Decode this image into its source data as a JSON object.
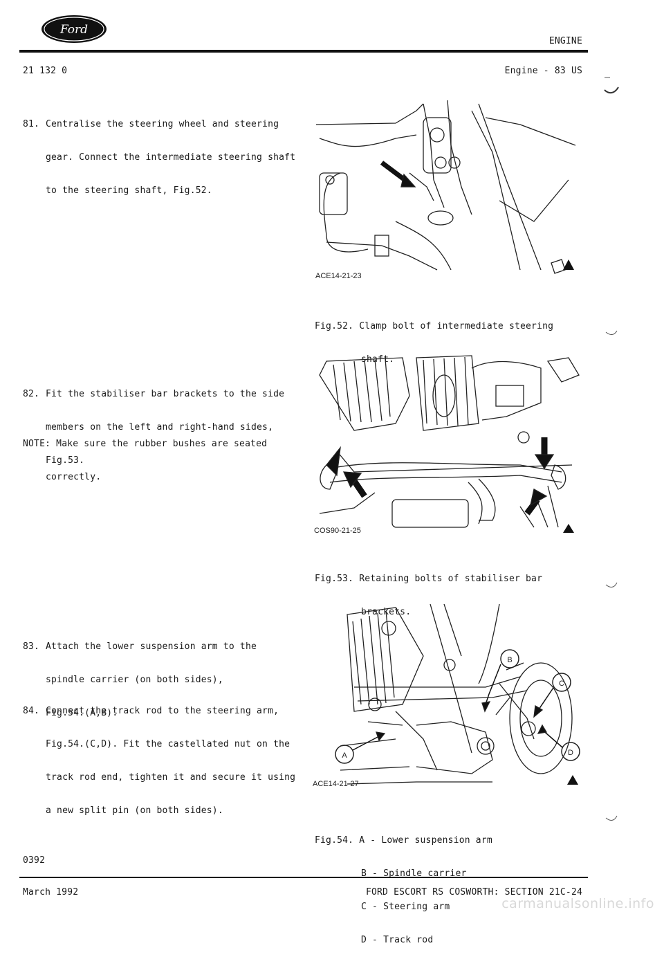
{
  "header": {
    "brand": "Ford",
    "section": "ENGINE",
    "doc_number": "21 132 0",
    "engine": "Engine - 83 US"
  },
  "steps": [
    {
      "num": "81.",
      "lines": [
        "Centralise the steering wheel and steering",
        "gear. Connect the intermediate steering shaft",
        "to the steering shaft, Fig.52."
      ]
    },
    {
      "num": "82.",
      "lines": [
        "Fit the stabiliser bar brackets to the side",
        "members on the left and right-hand sides,",
        "Fig.53."
      ]
    },
    {
      "num": "83.",
      "lines": [
        "Attach the lower suspension arm to the",
        "spindle carrier (on both sides),",
        "Fig.54.(A,B)."
      ]
    },
    {
      "num": "84.",
      "lines": [
        "Connect the track rod to the steering arm,",
        "Fig.54.(C,D). Fit the castellated nut on the",
        "track rod end, tighten it and secure it using",
        "a new split pin (on both sides)."
      ]
    }
  ],
  "note": {
    "label": "NOTE:",
    "lines": [
      "Make sure the rubber bushes are seated",
      "correctly."
    ]
  },
  "figures": [
    {
      "ref": "ACE14-21-23",
      "caption_num": "Fig.52.",
      "caption_lines": [
        "Clamp bolt of intermediate steering",
        "shaft."
      ]
    },
    {
      "ref": "COS90-21-25",
      "caption_num": "Fig.53.",
      "caption_lines": [
        "Retaining bolts of stabiliser bar",
        "brackets."
      ]
    },
    {
      "ref": "ACE14-21-27",
      "caption_num": "Fig.54.",
      "caption_lines": [
        "A - Lower suspension arm",
        "B - Spindle carrier",
        "C - Steering arm",
        "D - Track rod"
      ],
      "callouts": [
        "A",
        "B",
        "C",
        "D"
      ]
    }
  ],
  "page_code": "0392",
  "footer": {
    "date": "March 1992",
    "title": "FORD ESCORT RS COSWORTH: SECTION 21C-24"
  },
  "watermark": "carmanualsonline.info",
  "colors": {
    "ink": "#1a1a1a",
    "paper": "#ffffff",
    "watermark": "#d8d8d8"
  }
}
